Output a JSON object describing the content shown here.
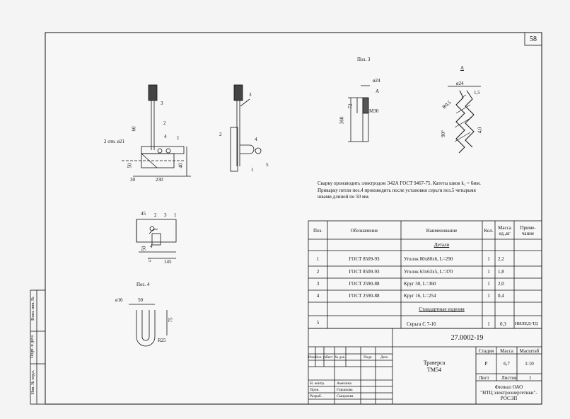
{
  "page_number": "58",
  "drawing_code": "27.0002-19",
  "drawing_title": [
    "Траверса",
    "ТМ54"
  ],
  "stage_header": [
    "Стадия",
    "Масса",
    "Масштаб"
  ],
  "stage_values": [
    "Р",
    "6,7",
    "1:10"
  ],
  "sheet_labels": [
    "Лист",
    "Листов",
    "1"
  ],
  "org": [
    "Филиал ОАО",
    "\"НТЦ электроэнергетики\"-",
    "РОСЭП"
  ],
  "change_cols": [
    "Изм.",
    "Кол. уч.",
    "Лист",
    "№ док.",
    "Подп.",
    "Дата"
  ],
  "signers": [
    {
      "role": "Н. контр.",
      "name": "Амелина"
    },
    {
      "role": "Пров.",
      "name": "Горшкова"
    },
    {
      "role": "Разраб.",
      "name": "Смирнова"
    }
  ],
  "side_stamp": [
    "Взам. инв. №",
    "Подп. и дата",
    "Инв. № подл."
  ],
  "notes": [
    "Сварку производить электродом Э42А ГОСТ 9467-75.  Катеты швов k₁ = 6мм.",
    "Приварку петли поз.4 производить после установки серьги поз.5 четырьмя",
    "швами длиной по 50 мм."
  ],
  "spec": {
    "headers": [
      "Поз.",
      "Обозначение",
      "Наименование",
      "Кол.",
      "Масса ед.,кг",
      "Приме- чание"
    ],
    "section_details": "Детали",
    "section_standard": "Стандартные изделия",
    "rows": [
      {
        "pos": "1",
        "designation": "ГОСТ 8509-93",
        "name": "Уголок 80х80х6, L=290",
        "qty": "1",
        "mass": "2,2",
        "note": ""
      },
      {
        "pos": "2",
        "designation": "ГОСТ 8509-93",
        "name": "Уголок 63х63х5,  L=370",
        "qty": "1",
        "mass": "1,8",
        "note": ""
      },
      {
        "pos": "3",
        "designation": "ГОСТ 2590-88",
        "name": "Круг 30, L=360",
        "qty": "1",
        "mass": "2,0",
        "note": ""
      },
      {
        "pos": "4",
        "designation": "ГОСТ 2590-88",
        "name": "Круг 16, L=254",
        "qty": "1",
        "mass": "0,4",
        "note": ""
      }
    ],
    "std_rows": [
      {
        "pos": "5",
        "designation": "",
        "name": "Серьга С 7-16",
        "qty": "1",
        "mass": "0,3",
        "note": "НИЛЕД-ТД"
      }
    ]
  },
  "views": {
    "pos3_title": "Поз. 3",
    "pos4_title": "Поз. 4",
    "view_a": "А",
    "dims_main": [
      "2 отв. ø21",
      "60",
      "230",
      "30",
      "50",
      "40"
    ],
    "dims_pos3": [
      "ø24",
      "72",
      "360",
      "М30",
      "А"
    ],
    "dims_a": [
      "ø24",
      "1,5",
      "R0,5",
      "90°",
      "4,0"
    ],
    "dims_plan": [
      "45",
      "50",
      "145"
    ],
    "dims_pos4": [
      "ø16",
      "50",
      "75",
      "R25"
    ],
    "callouts": [
      "1",
      "2",
      "3",
      "4",
      "5"
    ]
  }
}
